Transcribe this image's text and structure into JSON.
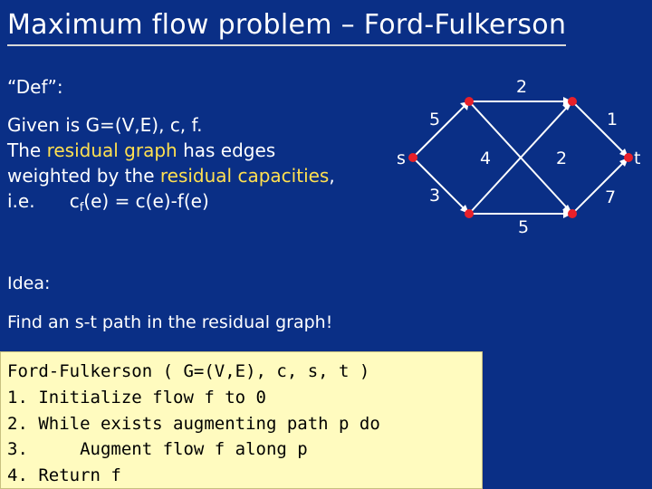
{
  "title": "Maximum flow problem – Ford-Fulkerson",
  "def_label": "“Def”:",
  "given": {
    "line1": "Given is G=(V,E), c, f.",
    "line2_pre": "The ",
    "line2_hl": "residual graph",
    "line2_post": " has edges",
    "line3_pre": "weighted by the ",
    "line3_hl": "residual capacities",
    "line3_post": ",",
    "line4_pre": "i.e.      c",
    "line4_sub": "f",
    "line4_post": "(e) = c(e)-f(e)"
  },
  "idea": {
    "label": "Idea:",
    "text": "Find an s-t path in the residual graph!"
  },
  "algorithm": {
    "lines": [
      "Ford-Fulkerson ( G=(V,E), c, s, t )",
      "1. Initialize flow f to 0",
      "2. While exists augmenting path p do",
      "3.     Augment flow f along p",
      "4. Return f"
    ]
  },
  "graph": {
    "colors": {
      "node": "#e8202a",
      "edge": "#ffffff",
      "label": "#ffffff"
    },
    "nodes": {
      "s": "s",
      "t": "t"
    },
    "edge_labels": {
      "s_a": "5",
      "a_b": "2",
      "b_t": "1",
      "s_c": "3",
      "a_d": "4",
      "c_b": "2",
      "c_d": "5",
      "d_t": "7"
    }
  }
}
